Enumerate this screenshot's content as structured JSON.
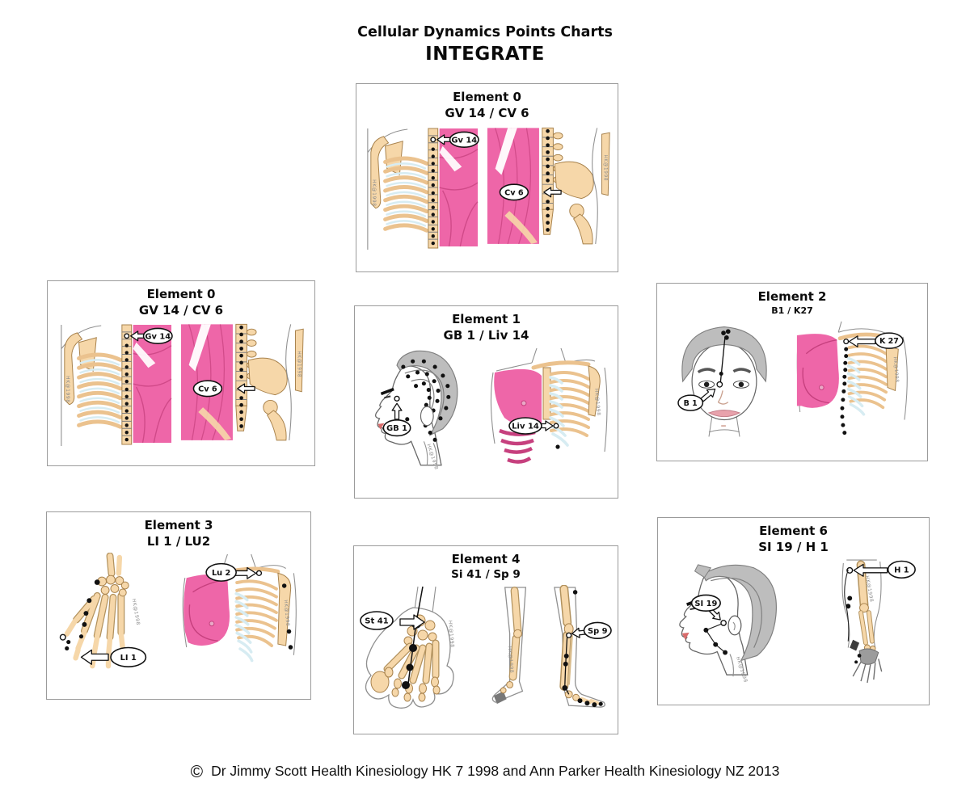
{
  "page": {
    "title_line1": "Cellular Dynamics Points Charts",
    "title_line2": "INTEGRATE",
    "footer_symbol": "©",
    "footer_text": "Dr Jimmy Scott Health Kinesiology HK 7 1998 and Ann Parker Health Kinesiology NZ 2013"
  },
  "watermark": "HK@1998",
  "colors": {
    "muscle_pink": "#EE66A8",
    "muscle_pink_dark": "#C6407E",
    "bone_tan": "#F6D7A9",
    "bone_outline": "#A8824C",
    "bone_stroke": "#EBC28E",
    "cartilage_blue": "#D7ECF2",
    "hair_gray": "#BDBDBD",
    "hair_outline": "#7F7F7F",
    "lip_red": "#D96B6B",
    "panel_border": "#9B9B9B",
    "ink": "#101010"
  },
  "panels": {
    "element0_top": {
      "title": "Element 0",
      "subtitle": "GV 14 / CV 6",
      "point_left": "Gv 14",
      "point_right": "Cv 6"
    },
    "element0_left": {
      "title": "Element 0",
      "subtitle": "GV 14 / CV 6",
      "point_left": "Gv 14",
      "point_right": "Cv 6"
    },
    "element1": {
      "title": "Element 1",
      "subtitle": "GB 1 / Liv 14",
      "point_left": "GB 1",
      "point_right": "Liv 14"
    },
    "element2": {
      "title": "Element 2",
      "subtitle": "B1 / K27",
      "point_left": "B 1",
      "point_right": "K 27"
    },
    "element3": {
      "title": "Element 3",
      "subtitle": "LI 1  / LU2",
      "point_left": "LI 1",
      "point_right": "Lu 2"
    },
    "element4": {
      "title": "Element 4",
      "subtitle": "Si 41 / Sp 9",
      "point_left": "St 41",
      "point_right": "Sp 9"
    },
    "element6": {
      "title": "Element 6",
      "subtitle": "SI 19 / H 1",
      "point_left": "SI 19",
      "point_right": "H 1"
    }
  }
}
